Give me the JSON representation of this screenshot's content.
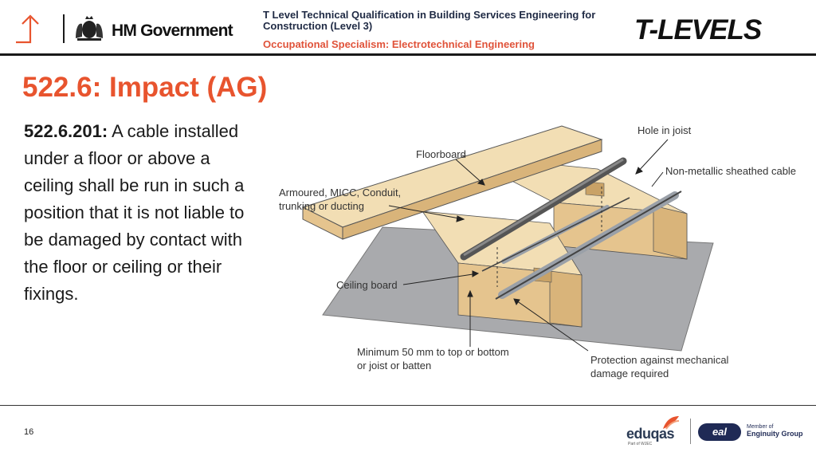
{
  "header": {
    "gov_name": "HM Government",
    "qualification_title": "T Level Technical Qualification in Building Services Engineering for Construction (Level 3)",
    "occupational_specialism": "Occupational Specialism: Electrotechnical Engineering",
    "tlevels_logo_text": "T-LEVELS"
  },
  "slide": {
    "title": "522.6: Impact (AG)",
    "regulation_ref": "522.6.201:",
    "body": "A cable installed under a floor or above a ceiling shall be run in such a position that it is not liable to be damaged by contact with the floor or ceiling or their fixings."
  },
  "diagram": {
    "labels": {
      "hole_in_joist": "Hole in joist",
      "floorboard": "Floorboard",
      "non_metallic_cable": "Non-metallic sheathed cable",
      "armoured_line1": "Armoured, MICC, Conduit,",
      "armoured_line2": "trunking or ducting",
      "ceiling_board": "Ceiling board",
      "minimum_line1": "Minimum 50 mm to top or bottom",
      "minimum_line2": "or joist or batten",
      "protection_line1": "Protection against mechanical",
      "protection_line2": "damage required"
    }
  },
  "footer": {
    "page_number": "16",
    "eduqas": "eduqas",
    "eduqas_sub": "Part of WJEC",
    "eal": "eal",
    "eng_group_line1": "Member of",
    "eng_group_line2": "Enginuity Group"
  },
  "colors": {
    "accent": "#e8542e",
    "timber": "#efd7a6",
    "ceiling_board": "#a9aaad"
  }
}
